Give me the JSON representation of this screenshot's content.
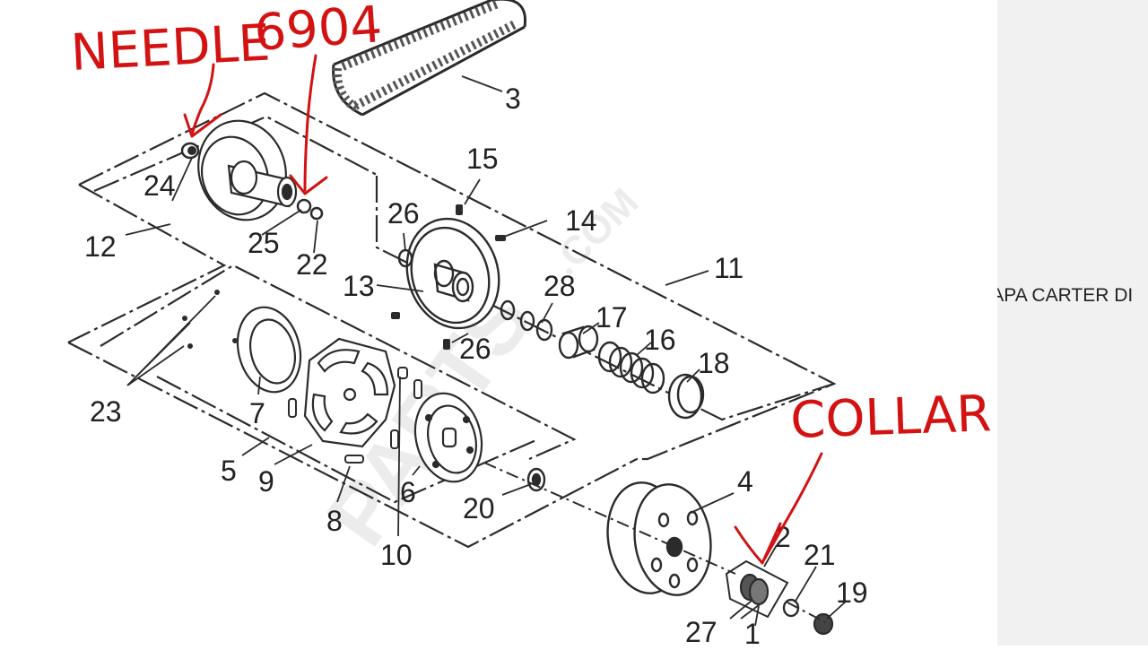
{
  "annotations": {
    "needle": "NEEDLE",
    "bearing": "6904",
    "collar": "COLLAR"
  },
  "watermark": {
    "brand": "PARTS",
    "domain": ".COM"
  },
  "side_caption": "TAPA CARTER DI",
  "callouts": {
    "c1": "1",
    "c2": "2",
    "c3": "3",
    "c4": "4",
    "c5": "5",
    "c6": "6",
    "c7": "7",
    "c8": "8",
    "c9": "9",
    "c10": "10",
    "c11": "11",
    "c12": "12",
    "c13": "13",
    "c14": "14",
    "c15": "15",
    "c16": "16",
    "c17": "17",
    "c18": "18",
    "c19": "19",
    "c20": "20",
    "c21": "21",
    "c22": "22",
    "c23": "23",
    "c24": "24",
    "c25": "25",
    "c26a": "26",
    "c26b": "26",
    "c27": "27",
    "c28": "28"
  },
  "colors": {
    "annotation": "#d31212",
    "line": "#2b2b2b",
    "side_panel": "#f1f1f1"
  }
}
